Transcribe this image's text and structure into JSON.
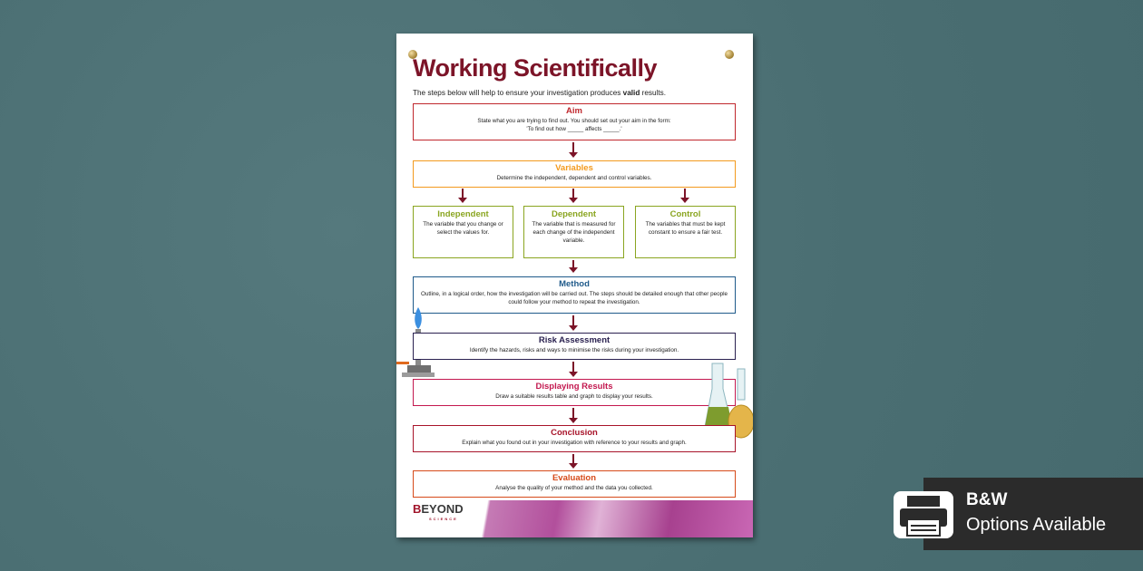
{
  "poster": {
    "title": "Working Scientifically",
    "subtitle_pre": "The steps below will help to ensure your investigation produces ",
    "subtitle_bold": "valid",
    "subtitle_post": " results.",
    "aim": {
      "title": "Aim",
      "line1": "State what you are trying to find out. You should set out your aim in the form:",
      "line2": "'To find out how _____ affects _____.'"
    },
    "variables": {
      "title": "Variables",
      "text": "Determine the independent, dependent and control variables."
    },
    "independent": {
      "title": "Independent",
      "text": "The variable that you change or select the values for."
    },
    "dependent": {
      "title": "Dependent",
      "text": "The variable that is measured for each change of the independent variable."
    },
    "control": {
      "title": "Control",
      "text": "The variables that must be kept constant to ensure a fair test."
    },
    "method": {
      "title": "Method",
      "text": "Outline, in a logical order, how the investigation will be carried out. The steps should be detailed enough that other people could follow your method to repeat the investigation."
    },
    "risk": {
      "title": "Risk Assessment",
      "text": "Identify the hazards, risks and ways to minimise the risks during your investigation."
    },
    "results": {
      "title": "Displaying Results",
      "text": "Draw a suitable results table and graph to display your results."
    },
    "conclusion": {
      "title": "Conclusion",
      "text": "Explain what you found out in your investigation with reference to your results and graph."
    },
    "evaluation": {
      "title": "Evaluation",
      "text": "Analyse the quality of your method and the data you collected."
    },
    "logo": {
      "b": "B",
      "rest": "EYOND",
      "small": "SCIENCE"
    }
  },
  "badge": {
    "line1": "B&W",
    "line2": "Options Available",
    "icon": "printer-icon"
  },
  "colors": {
    "aim": "#c0272d",
    "variables": "#f39a1e",
    "green": "#8aa520",
    "method": "#1f5a8a",
    "risk": "#2a2150",
    "results": "#c3184f",
    "conclusion": "#a8142a",
    "evaluation": "#d64a1a"
  }
}
